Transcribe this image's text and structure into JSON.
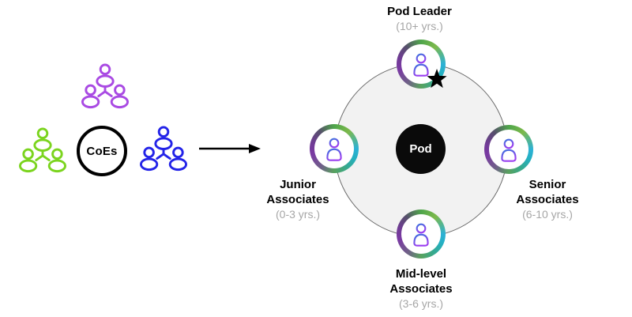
{
  "left_panel": {
    "coes_label": "CoEs",
    "org_icons": [
      {
        "id": "purple-org-icon",
        "color": "#a94ae3",
        "position": "top"
      },
      {
        "id": "green-org-icon",
        "color": "#7bd41e",
        "position": "left"
      },
      {
        "id": "blue-org-icon",
        "color": "#2323e8",
        "position": "right"
      }
    ]
  },
  "arrow": {
    "direction": "right",
    "color": "#000000"
  },
  "pod_diagram": {
    "center_label": "Pod",
    "roles": [
      {
        "id": "pod-leader",
        "title": "Pod Leader",
        "experience": "(10+ yrs.)",
        "position": "top",
        "starred": true
      },
      {
        "id": "senior-associates",
        "title": "Senior Associates",
        "experience": "(6-10 yrs.)",
        "position": "right",
        "starred": false
      },
      {
        "id": "mid-level-associates",
        "title": "Mid-level Associates",
        "experience": "(3-6 yrs.)",
        "position": "bottom",
        "starred": false
      },
      {
        "id": "junior-associates",
        "title": "Junior Associates",
        "experience": "(0-3 yrs.)",
        "position": "left",
        "starred": false
      }
    ]
  },
  "colors": {
    "big_circle_fill": "#f2f2f2",
    "big_circle_stroke": "#6b6b6b",
    "pod_center_fill": "#0a0a0a",
    "subtitle_gray": "#a6a6a6",
    "ring_gradient": [
      "#4fa64b",
      "#2cb1d6",
      "#35a98f",
      "#7a3aa3"
    ],
    "person_gradient_top": "#3a72dd",
    "person_gradient_bottom": "#9c3ff0",
    "star": "#000000"
  }
}
